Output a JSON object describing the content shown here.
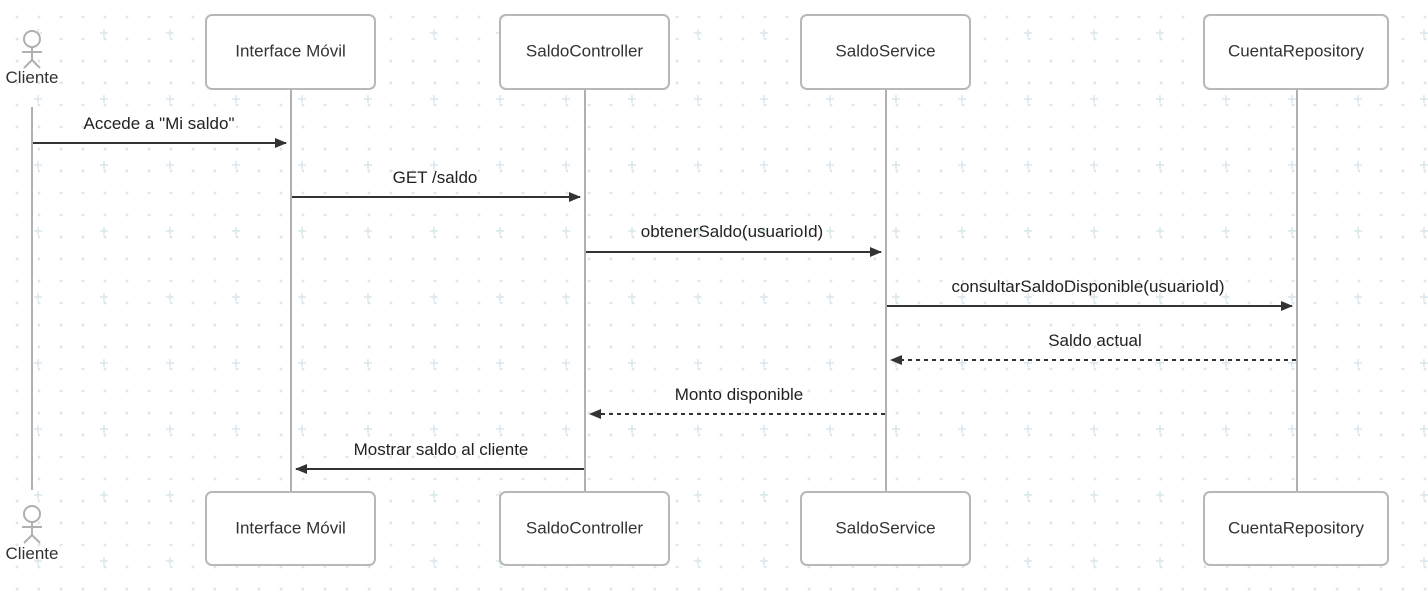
{
  "participants": {
    "actor": {
      "label": "Cliente",
      "icon": "stick-figure-icon"
    },
    "interface": {
      "label": "Interface Móvil"
    },
    "controller": {
      "label": "SaldoController"
    },
    "service": {
      "label": "SaldoService"
    },
    "repository": {
      "label": "CuentaRepository"
    }
  },
  "messages": [
    {
      "label": "Accede a \"Mi saldo\"",
      "from": "actor",
      "to": "interface",
      "style": "solid"
    },
    {
      "label": "GET /saldo",
      "from": "interface",
      "to": "controller",
      "style": "solid"
    },
    {
      "label": "obtenerSaldo(usuarioId)",
      "from": "controller",
      "to": "service",
      "style": "solid"
    },
    {
      "label": "consultarSaldoDisponible(usuarioId)",
      "from": "service",
      "to": "repository",
      "style": "solid"
    },
    {
      "label": "Saldo actual",
      "from": "repository",
      "to": "service",
      "style": "dashed"
    },
    {
      "label": "Monto disponible",
      "from": "service",
      "to": "controller",
      "style": "dashed"
    },
    {
      "label": "Mostrar saldo al cliente",
      "from": "controller",
      "to": "interface",
      "style": "solid"
    }
  ],
  "colors": {
    "box_border": "#b8b8b8",
    "lifeline": "#b0b0b0",
    "arrow": "#333333",
    "grid_dot": "#dbe8ec"
  }
}
